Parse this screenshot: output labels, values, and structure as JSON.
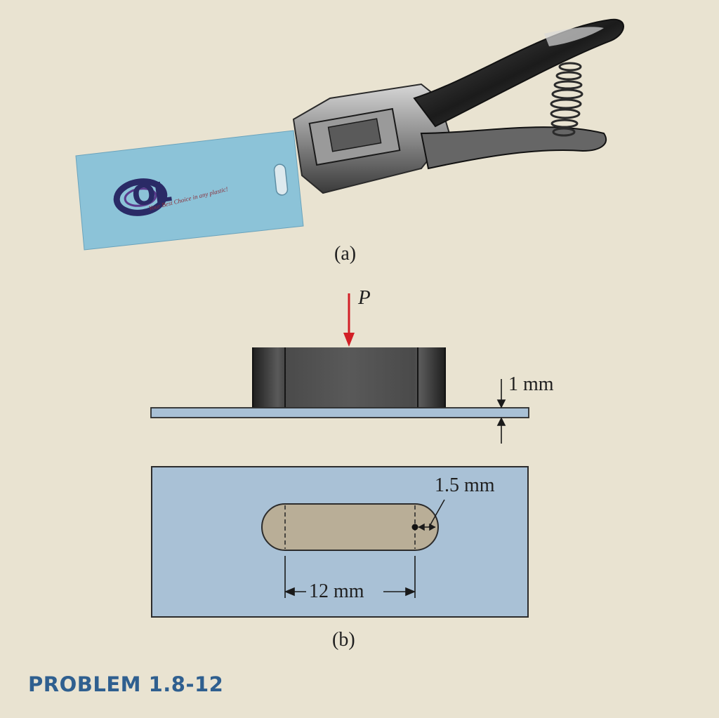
{
  "figure_a": {
    "caption": "(a)",
    "card_logo": "OL",
    "card_slogan": "Your Best Choice in any plastic!"
  },
  "figure_b": {
    "caption": "(b)",
    "load_label": "P",
    "thickness_label": "1 mm",
    "radius_label": "1.5 mm",
    "length_label": "12 mm"
  },
  "problem_label": "PROBLEM 1.8-12",
  "colors": {
    "background": "#e9e3d1",
    "plate_blue": "#a9c1d6",
    "slot_fill": "#b9ae97",
    "load_arrow": "#d21f26",
    "problem_text": "#2f5f8f",
    "card_blue": "#8cc3d8"
  }
}
